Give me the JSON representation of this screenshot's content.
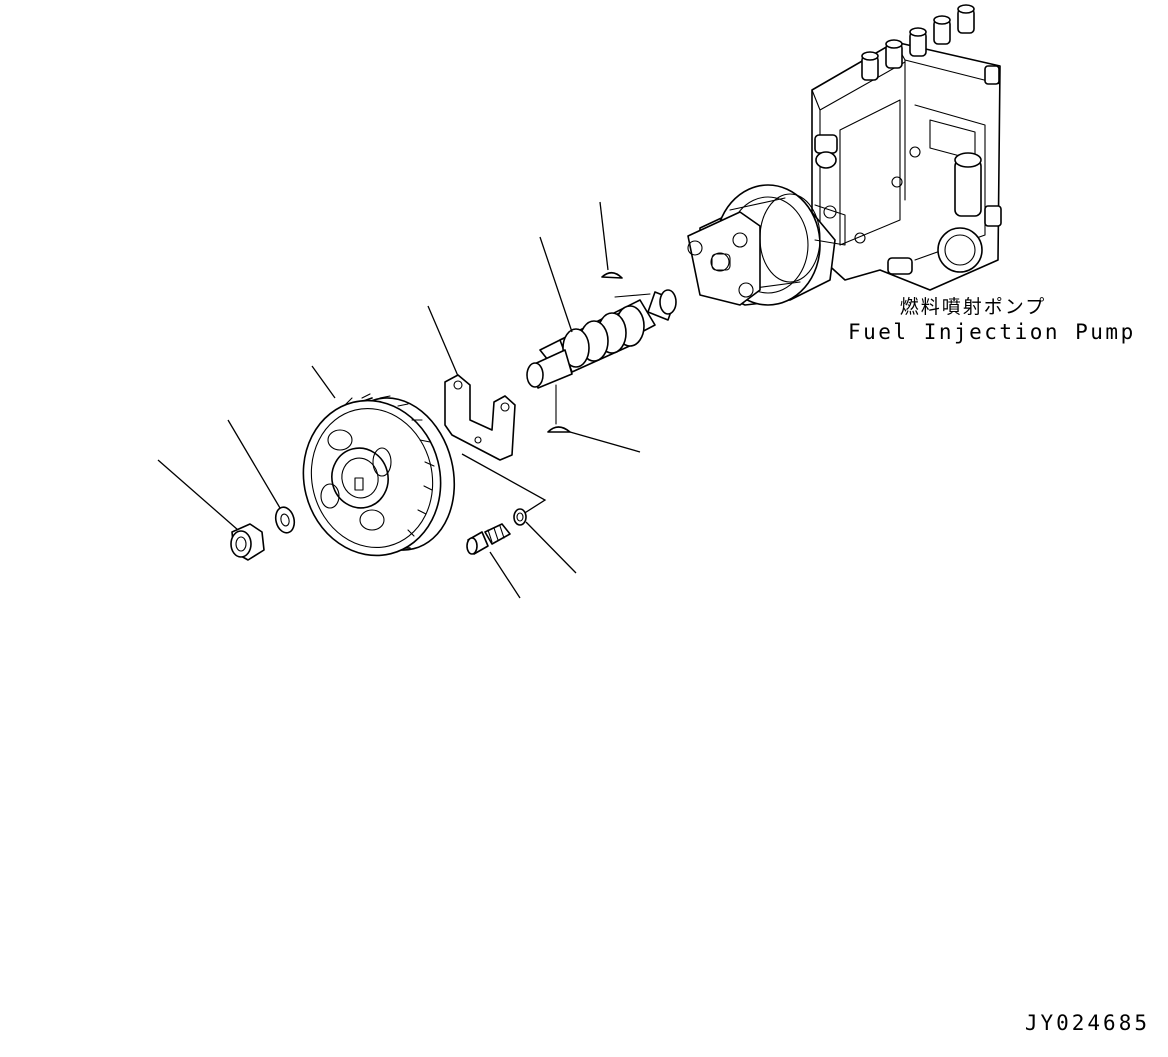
{
  "callout": {
    "japanese": "燃料噴射ポンプ",
    "english": "Fuel Injection Pump"
  },
  "drawing_number": "JY024685",
  "parts": [
    "fuel-injection-pump",
    "drive-shaft",
    "woodruff-key-upper",
    "woodruff-key-lower",
    "bracket-plate",
    "drive-gear",
    "washer",
    "nut",
    "bolt",
    "lock-washer"
  ]
}
